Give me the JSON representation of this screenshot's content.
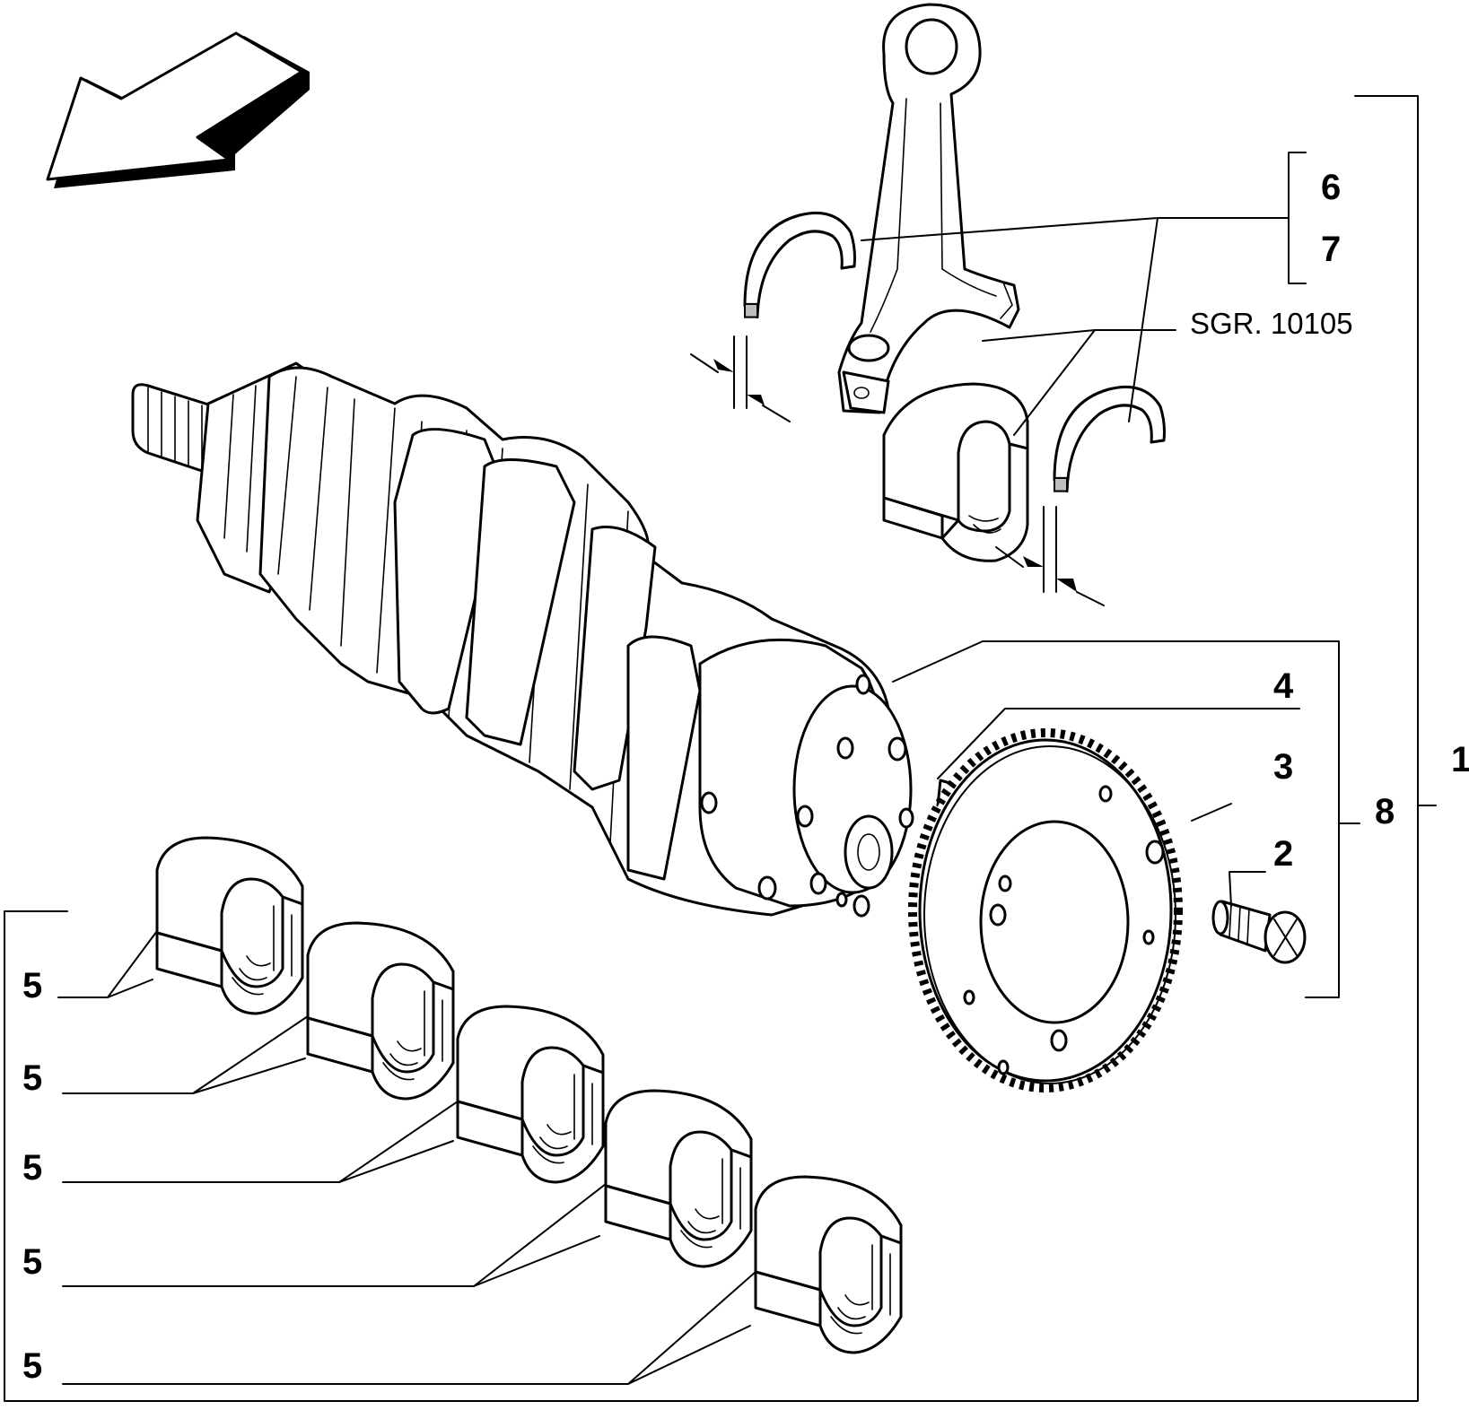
{
  "callouts": {
    "n1": "1",
    "n2": "2",
    "n3": "3",
    "n4": "4",
    "n5": "5",
    "n6": "6",
    "n7": "7",
    "n8": "8"
  },
  "reference": "SGR. 10105",
  "orientation_icon": "direction-arrow-icon"
}
